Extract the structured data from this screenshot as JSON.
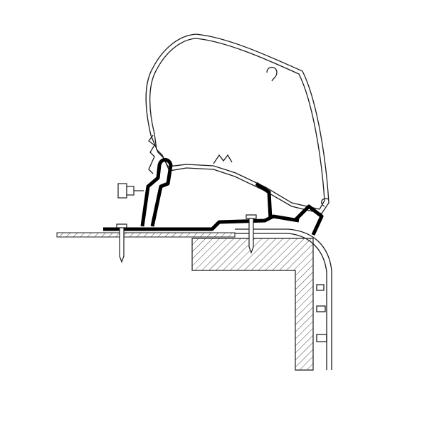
{
  "colors": {
    "background": "#ffffff",
    "line": "#1a1a1a",
    "adapter_rail": "#000000",
    "hatch": "#444444"
  },
  "parts": [
    "awning-housing",
    "roof-panel",
    "adapter-rail",
    "wall-block",
    "corner-trim",
    "mounting-screws",
    "mounting-bolt"
  ]
}
